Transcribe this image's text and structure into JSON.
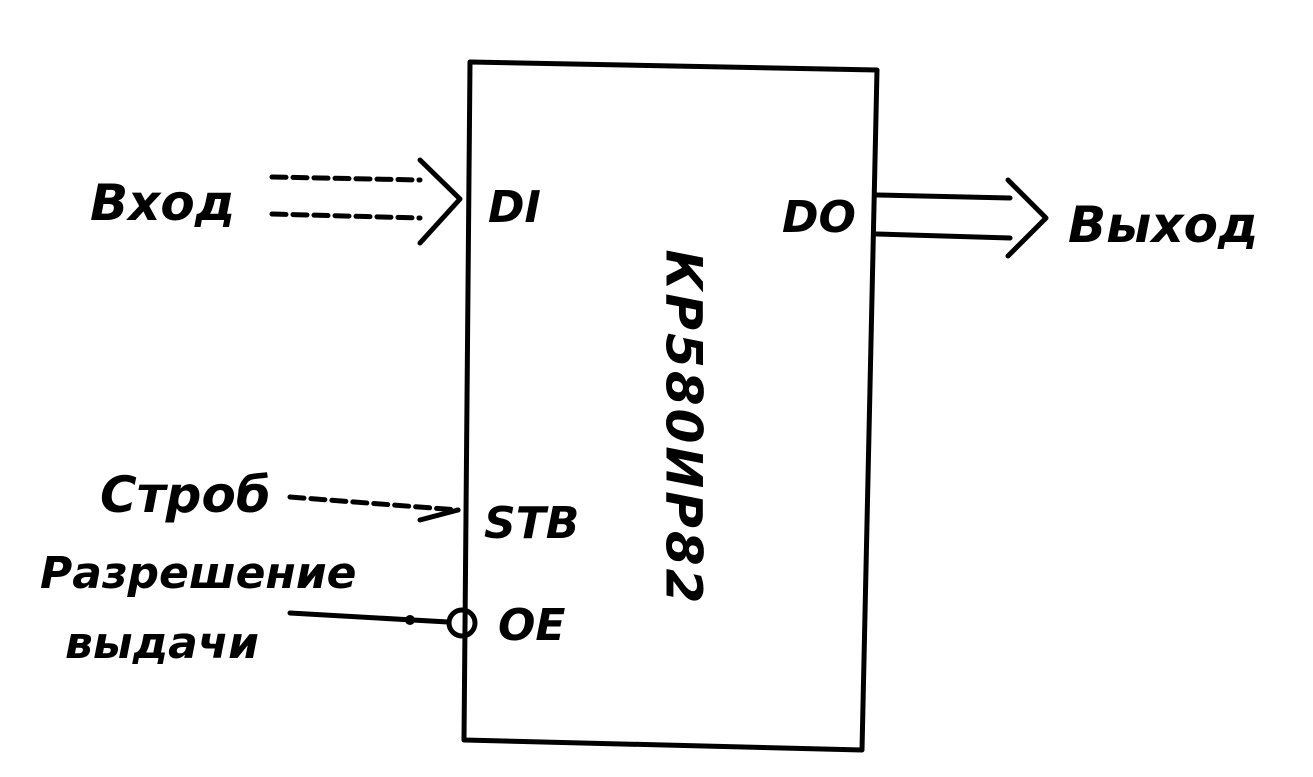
{
  "diagram": {
    "chip_name": "КР580ИР82",
    "inputs": {
      "data_label": "Вход",
      "strobe_label": "Строб",
      "enable_label_line1": "Разрешение",
      "enable_label_line2": "выдачи"
    },
    "outputs": {
      "data_label": "Выход"
    },
    "pins": {
      "di": "DI",
      "do": "DO",
      "stb": "STB",
      "oe": "OE"
    },
    "ink_color": "#000000",
    "background_color": "#ffffff"
  }
}
